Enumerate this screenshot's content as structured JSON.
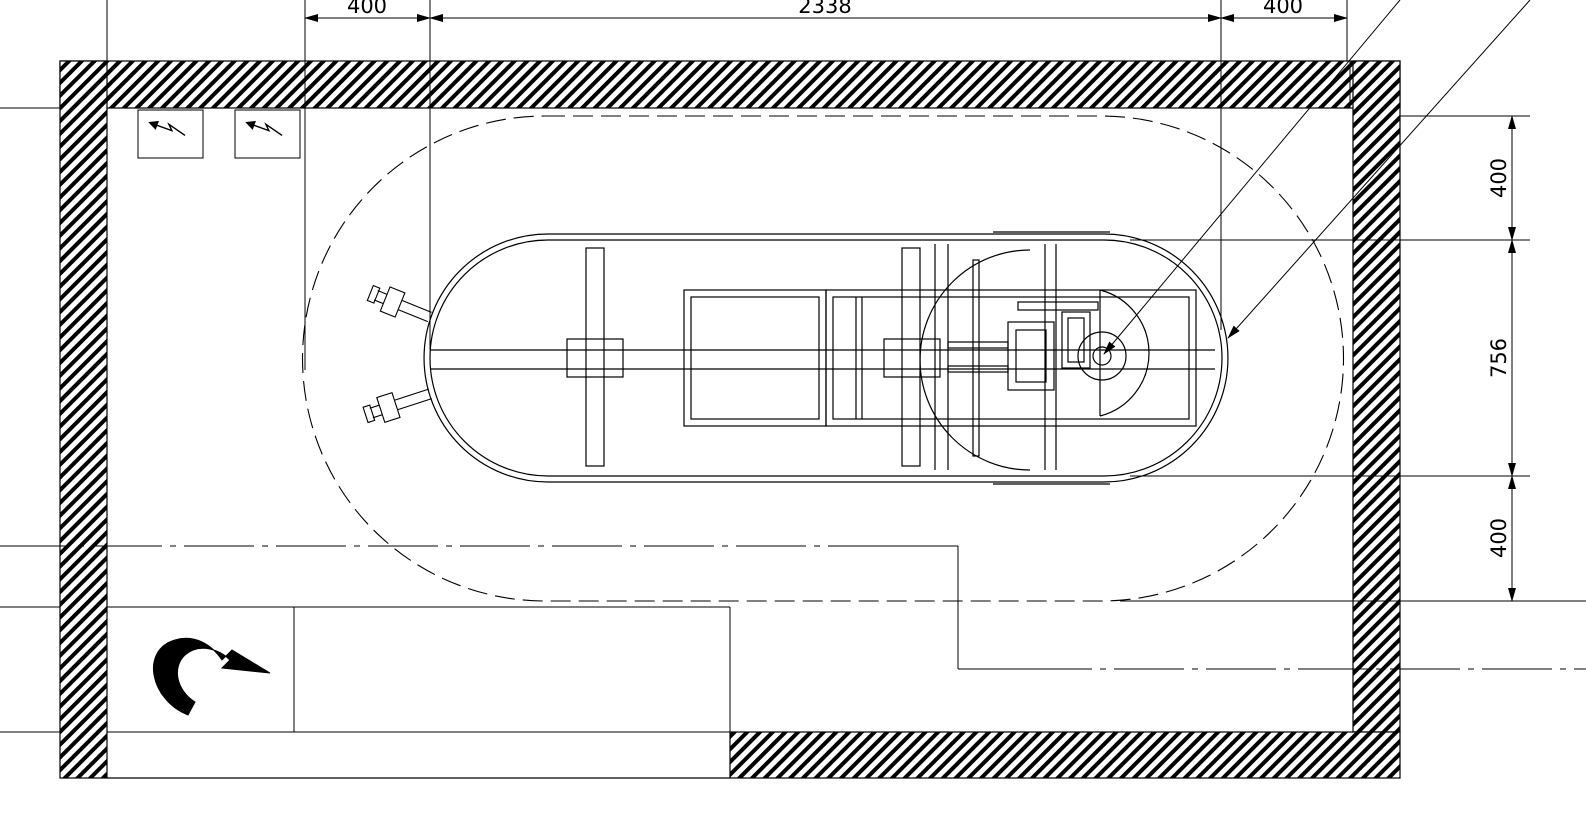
{
  "colors": {
    "stroke": "#000000",
    "background": "#ffffff"
  },
  "dimensions": {
    "left_clearance": "400",
    "tank_length": "2338",
    "right_clearance": "400",
    "top_clearance": "400",
    "tank_width": "756",
    "bottom_clearance": "400"
  },
  "icons": {
    "electrical_box_1": "lightning-arrow-icon",
    "electrical_box_2": "lightning-arrow-icon",
    "access_direction": "curved-arrow-icon"
  }
}
